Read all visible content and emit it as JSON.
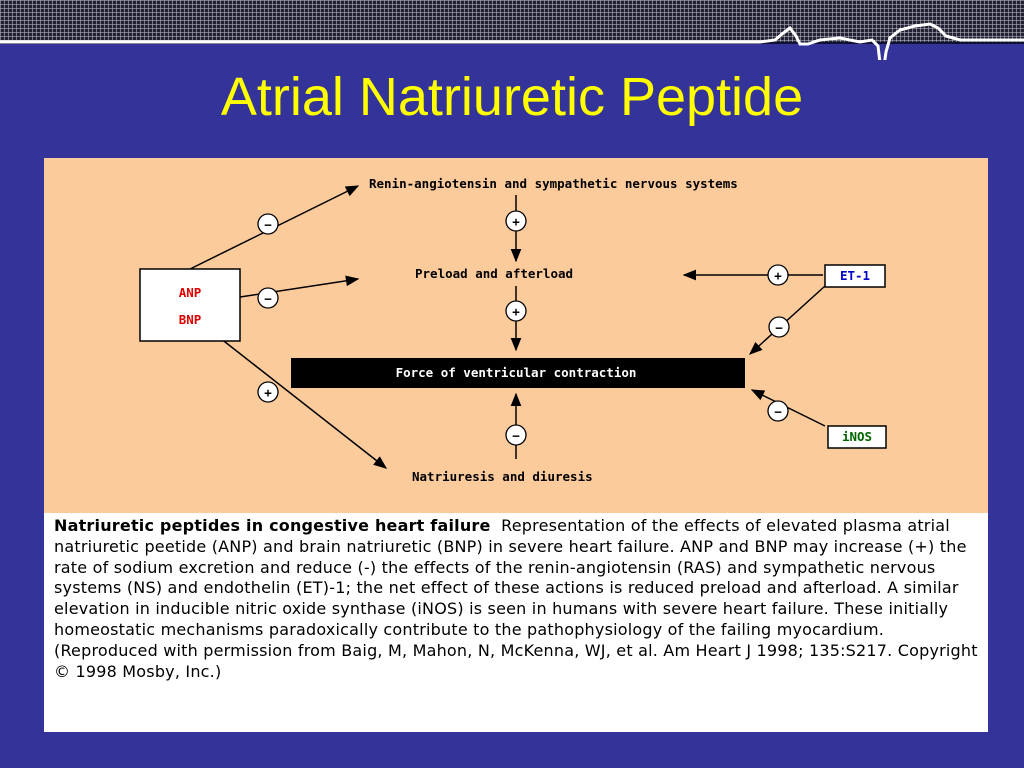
{
  "slide": {
    "title": "Atrial Natriuretic Peptide"
  },
  "diagram": {
    "hormones": [
      "ANP",
      "BNP"
    ],
    "nodes": {
      "ras": "Renin-angiotensin and sympathetic nervous systems",
      "preload": "Preload and afterload",
      "force": "Force of ventricular contraction",
      "natriuresis": "Natriuresis and diuresis",
      "et1": "ET-1",
      "inos": "iNOS"
    },
    "signs": {
      "anp_to_ras": "−",
      "anp_to_preload": "−",
      "anp_to_natriuresis": "+",
      "ras_to_preload": "+",
      "preload_to_force": "+",
      "natriuresis_to_force": "−",
      "et1_to_preload": "+",
      "et1_to_force": "−",
      "inos_to_force": "−"
    },
    "colors": {
      "diagram_background": "#FCCB9C",
      "hormone_text": "#E00000",
      "force_box": "#000000",
      "et1_text": "#0000CC",
      "inos_text": "#006600",
      "slide_background": "#333399",
      "title": "#FFFF00"
    }
  },
  "caption": {
    "bold": "Natriuretic peptides in congestive heart failure",
    "body": "Representation of the effects of elevated plasma atrial natriuretic peetide (ANP) and brain natriuretic (BNP) in severe heart failure. ANP and BNP may increase (+) the rate of sodium excretion and reduce (-) the effects of the renin-angiotensin (RAS) and sympathetic nervous systems (NS) and endothelin (ET)-1; the net effect of these actions is reduced preload and afterload. A similar elevation in inducible nitric oxide synthase (iNOS) is seen in humans with severe heart failure. These initially homeostatic mechanisms paradoxically contribute to the pathophysiology of the failing myocardium. (Reproduced with permission from Baig, M, Mahon, N, McKenna, WJ, et al. Am Heart J 1998; 135:S217. Copyright © 1998 Mosby, Inc.)"
  }
}
